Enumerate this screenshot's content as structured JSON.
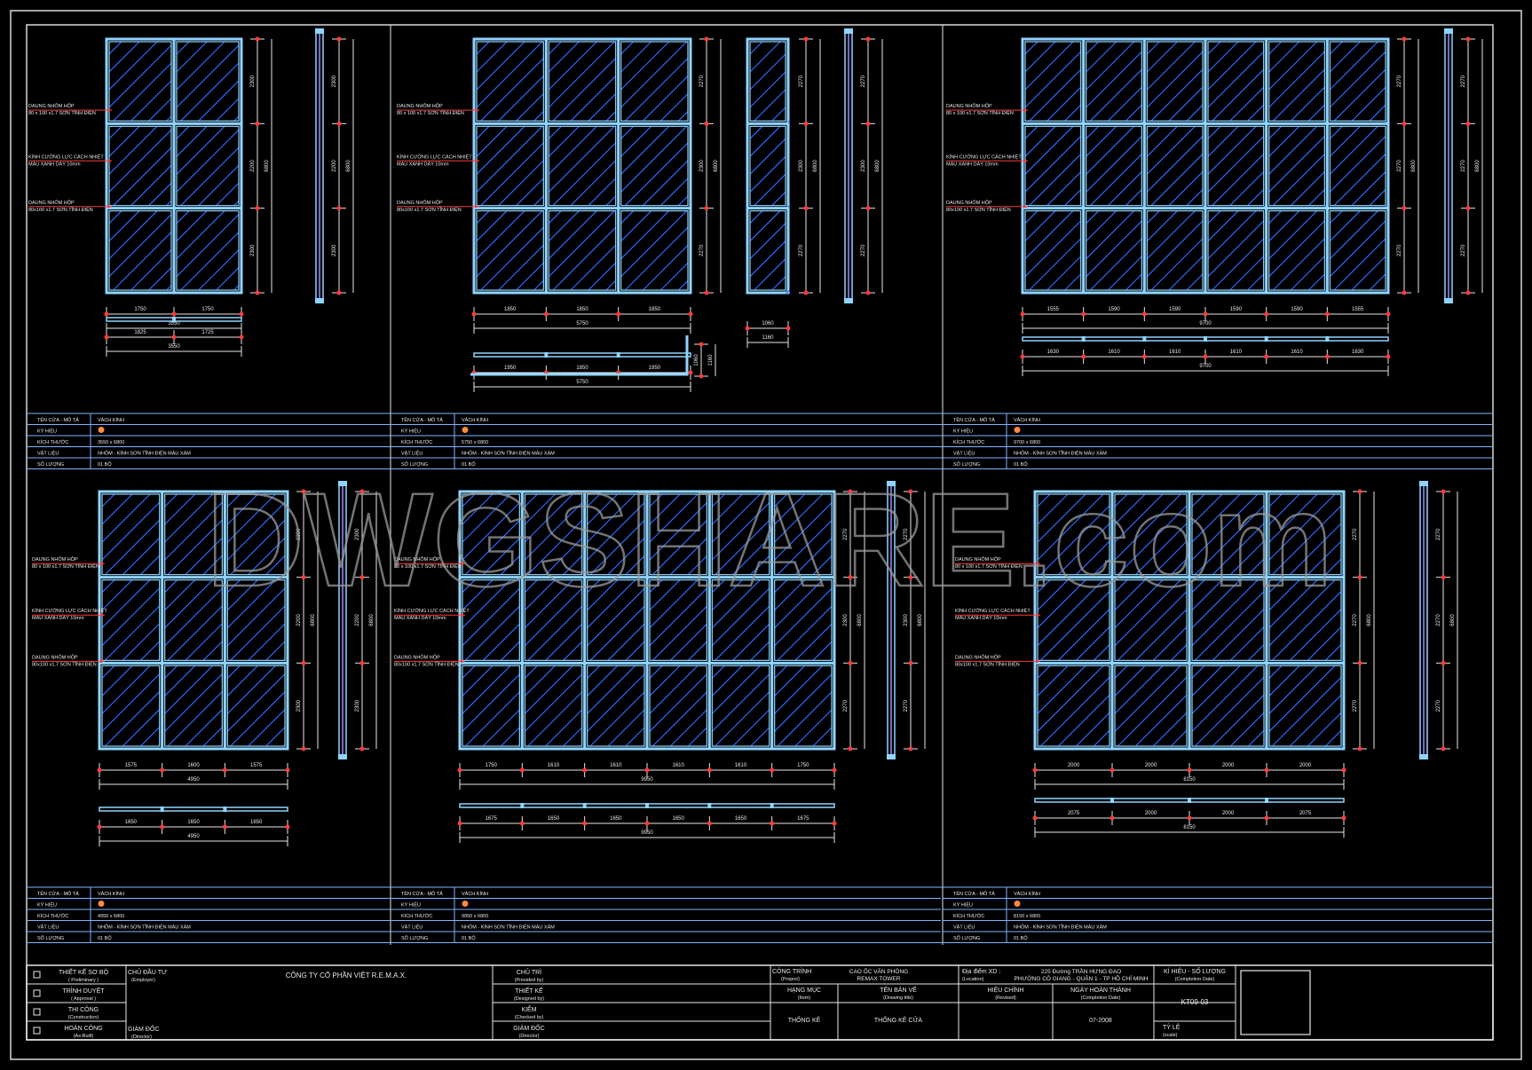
{
  "sheet_title": "KT09-03",
  "watermark": "DWGSHARE.com",
  "callouts": {
    "frame_top": [
      "DAUNG NHÔM HỘP",
      "80 x 100 x1.7 SƠN TĨNH ĐIỆN"
    ],
    "glass": [
      "KÍNH CƯỜNG LỰC CÁCH NHIỆT",
      "MÀU XANH DÀY 10mm"
    ],
    "frame_bottom": [
      "DAUNG NHÔM HỘP",
      "80x100 x1.7 SƠN TĨNH ĐIỆN"
    ]
  },
  "schedule_labels": {
    "name": "TÊN CỬA - MÔ TẢ",
    "symbol": "KÝ HIỆU",
    "size": "KÍCH THƯỚC",
    "material": "VẬT LIỆU",
    "quantity": "SỐ LƯỢNG"
  },
  "panels": [
    {
      "name": "VÁCH KÍNH",
      "size": "3550 x 6800",
      "material": "NHÔM - KÍNH SƠN TĨNH ĐIỆN MÀU XÁM",
      "qty": "01 BỘ",
      "plan_dims": [
        "1825",
        "1725"
      ],
      "plan_total": "3550",
      "elev_dims": [
        "1750",
        "1750"
      ],
      "elev_total": "3550",
      "vert_dims": [
        "2300",
        "2200",
        "2300"
      ],
      "vert_total": "6800"
    },
    {
      "name": "VÁCH KÍNH",
      "size": "5750 x 6800",
      "material": "NHÔM - KÍNH SƠN TĨNH ĐIỆN MÀU XÁM",
      "qty": "01 BỘ",
      "plan_dims": [
        "1950",
        "1850",
        "1950"
      ],
      "plan_total": "5750",
      "elev_dims": [
        "1850",
        "1850",
        "1850"
      ],
      "elev_total": "5750",
      "vert_dims": [
        "2270",
        "2300",
        "2270"
      ],
      "vert_total": "6800",
      "side_dims": [
        "1060"
      ],
      "side_total": "1160"
    },
    {
      "name": "VÁCH KÍNH",
      "size": "9700 x 6800",
      "material": "NHÔM - KÍNH SƠN TĨNH ĐIỆN MÀU XÁM",
      "qty": "01 BỘ",
      "plan_dims": [
        "1630",
        "1610",
        "1610",
        "1610",
        "1610",
        "1630"
      ],
      "plan_total": "9700",
      "elev_dims": [
        "1555",
        "1590",
        "1590",
        "1590",
        "1590",
        "1555"
      ],
      "elev_total": "9700",
      "vert_dims": [
        "2270",
        "2270",
        "2270"
      ],
      "vert_total": "6800"
    },
    {
      "name": "VÁCH KÍNH",
      "size": "4950 x 6800",
      "material": "NHÔM - KÍNH SƠN TĨNH ĐIỆN MÀU XÁM",
      "qty": "01 BỘ",
      "plan_dims": [
        "1650",
        "1650",
        "1650"
      ],
      "plan_total": "4950",
      "elev_dims": [
        "1575",
        "1600",
        "1575"
      ],
      "elev_total": "4950",
      "vert_dims": [
        "2300",
        "2200",
        "2300"
      ],
      "vert_total": "6800"
    },
    {
      "name": "VÁCH KÍNH",
      "size": "9950 x 6800",
      "material": "NHÔM - KÍNH SƠN TĨNH ĐIỆN MÀU XÁM",
      "qty": "01 BỘ",
      "plan_dims": [
        "1675",
        "1650",
        "1650",
        "1650",
        "1650",
        "1675"
      ],
      "plan_total": "9950",
      "elev_dims": [
        "1750",
        "1610",
        "1610",
        "1610",
        "1610",
        "1750"
      ],
      "elev_total": "9950",
      "vert_dims": [
        "2270",
        "2300",
        "2270"
      ],
      "vert_total": "6800"
    },
    {
      "name": "VÁCH KÍNH",
      "size": "8150 x 6800",
      "material": "NHÔM - KÍNH SƠN TĨNH ĐIỆN MÀU XÁM",
      "qty": "01 BỘ",
      "plan_dims": [
        "2075",
        "2000",
        "2000",
        "2075"
      ],
      "plan_total": "8150",
      "elev_dims": [
        "2000",
        "2000",
        "2000",
        "2000"
      ],
      "elev_total": "8150",
      "vert_dims": [
        "2270",
        "2270",
        "2270"
      ],
      "vert_total": "6800"
    }
  ],
  "title_block": {
    "stages": [
      {
        "vi": "THIẾT KẾ SƠ BỘ",
        "en": "( Preliminary )"
      },
      {
        "vi": "TRÌNH DUYỆT",
        "en": "( Approval )"
      },
      {
        "vi": "THI CÔNG",
        "en": "(Construction)"
      },
      {
        "vi": "HOÀN CÔNG",
        "en": "(As-Built)"
      }
    ],
    "owner_label": "CHỦ ĐẦU TƯ",
    "owner_label_en": "(Employer)",
    "owner_name": "CÔNG TY CỔ PHẦN VIỆT R.E.M.A.X.",
    "director_label": "GIÁM ĐỐC",
    "director_label_en": "(Director)",
    "roles": [
      {
        "vi": "CHỦ TRÌ",
        "en": "(Presided by)"
      },
      {
        "vi": "THIẾT KẾ",
        "en": "(Designed by)"
      },
      {
        "vi": "KIỂM",
        "en": "(Checked by)"
      },
      {
        "vi": "GIÁM ĐỐC",
        "en": "(Director)"
      }
    ],
    "project_label": "CÔNG TRÌNH",
    "project_label_en": "(Project)",
    "project_name_1": "CAO ỐC VĂN PHÒNG",
    "project_name_2": "REMAX TOWER",
    "location_label": "Địa điểm XD :",
    "location_label_en": "(Location)",
    "location_1": "225 Đường TRẦN HƯNG ĐẠO",
    "location_2": "PHƯỜNG CÔ GIANG - QUẬN 1 - TP HỒ CHÍ MINH",
    "symbol_label": "KÍ HIỆU - SỐ LƯỢNG",
    "symbol_label_en": "(Completion Date)",
    "item_label": "HẠNG MỤC",
    "item_label_en": "(Item)",
    "item_value": "THỐNG KÊ",
    "drawing_label": "TÊN BẢN VẼ",
    "drawing_label_en": "(Drawing title)",
    "drawing_value": "THỐNG KÊ CỬA",
    "revision_label": "HIỆU CHỈNH",
    "revision_label_en": "(Revised)",
    "date_label": "NGÀY HOÀN THÀNH",
    "date_label_en": "(Completion Date)",
    "date_value": "07-2008",
    "sheet_code": "KT09-03",
    "scale_label": "TỶ LỆ",
    "scale_label_en": "(scale)"
  }
}
